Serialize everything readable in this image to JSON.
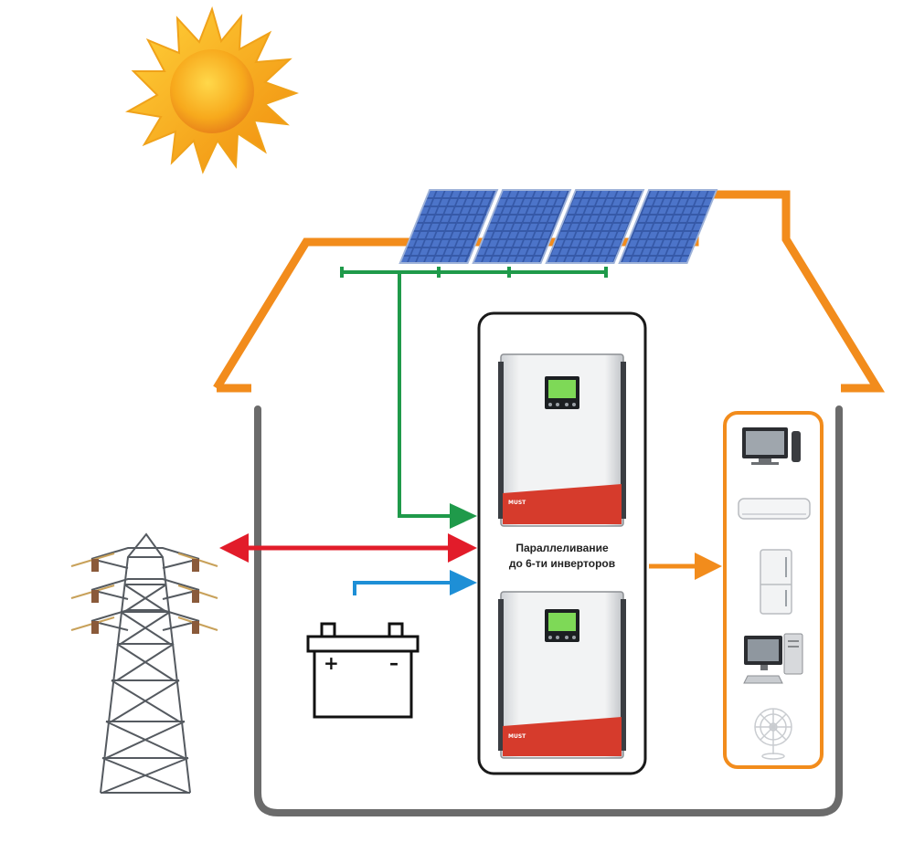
{
  "parallel_label": {
    "line1": "Параллеливание",
    "line2": "до 6-ти инверторов"
  },
  "battery": {
    "plus": "+",
    "minus": "–"
  },
  "inverter_brand": "MUST",
  "colors": {
    "house": "#F28C1C",
    "house_wall": "#6b6b6b",
    "pv_line": "#1f9a4a",
    "grid_arrow": "#e21c2a",
    "battery_arrow": "#1e8fd6",
    "load_arrow": "#F28C1C",
    "loads_frame": "#F28C1C",
    "inverter_frame": "#1a1a1a",
    "inverter_panel": "#d63b2c",
    "sun": "#f7b51c"
  },
  "icons": [
    "sun-icon",
    "solar-panel-icon",
    "power-tower-icon",
    "battery-icon",
    "inverter-icon",
    "tv-icon",
    "air-conditioner-icon",
    "refrigerator-icon",
    "desktop-computer-icon",
    "fan-icon"
  ]
}
